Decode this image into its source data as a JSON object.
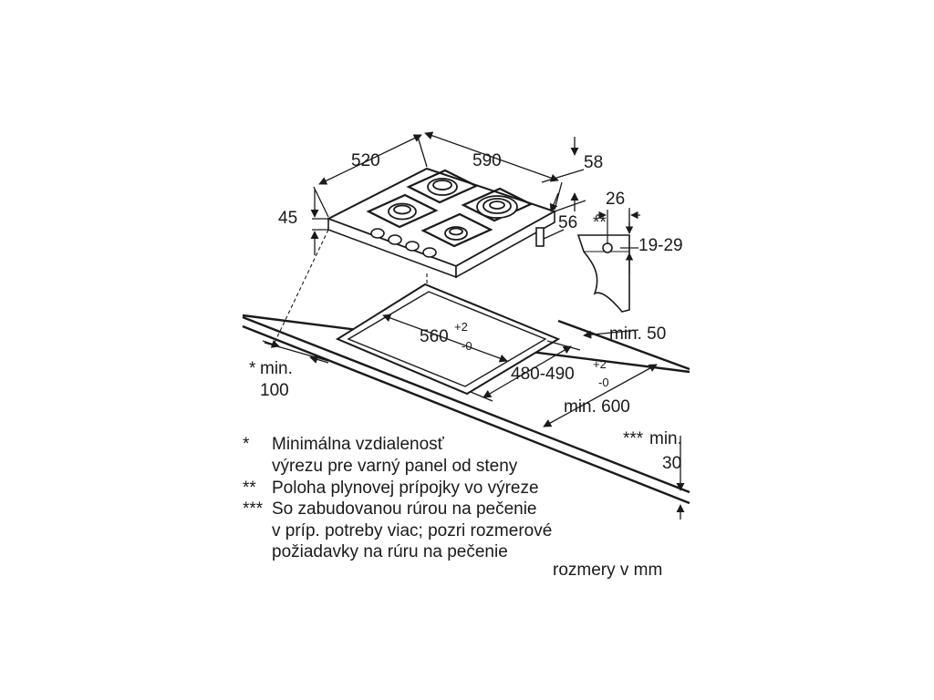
{
  "dimensions": {
    "depth": "520",
    "width": "590",
    "top_offset": "58",
    "height": "45",
    "side_offset": "56",
    "connector_offset": "26",
    "connector_mark": "**",
    "connector_height": "19-29",
    "cutout_width": "560",
    "cutout_width_tol_plus": "+2",
    "cutout_width_tol_minus": "-0",
    "cutout_depth": "480-490",
    "cutout_depth_tol_plus": "+2",
    "cutout_depth_tol_minus": "-0",
    "min_back": "min. 50",
    "min_front": "min. 600",
    "min_side_mark": "*",
    "min_side_label": "min.",
    "min_side_value": "100",
    "min_bottom_mark": "***",
    "min_bottom_label": "min.",
    "min_bottom_value": "30"
  },
  "notes": [
    {
      "mark": "*",
      "lines": [
        "Minimálna vzdialenosť",
        "výrezu pre varný panel od steny"
      ]
    },
    {
      "mark": "**",
      "lines": [
        "Poloha plynovej prípojky vo výreze"
      ]
    },
    {
      "mark": "***",
      "lines": [
        "So zabudovanou rúrou na pečenie",
        "v príp. potreby viac; pozri rozmerové",
        "požiadavky na rúru na pečenie"
      ]
    }
  ],
  "units_note": "rozmery v mm",
  "colors": {
    "line": "#1a1a1a",
    "background": "#ffffff"
  }
}
